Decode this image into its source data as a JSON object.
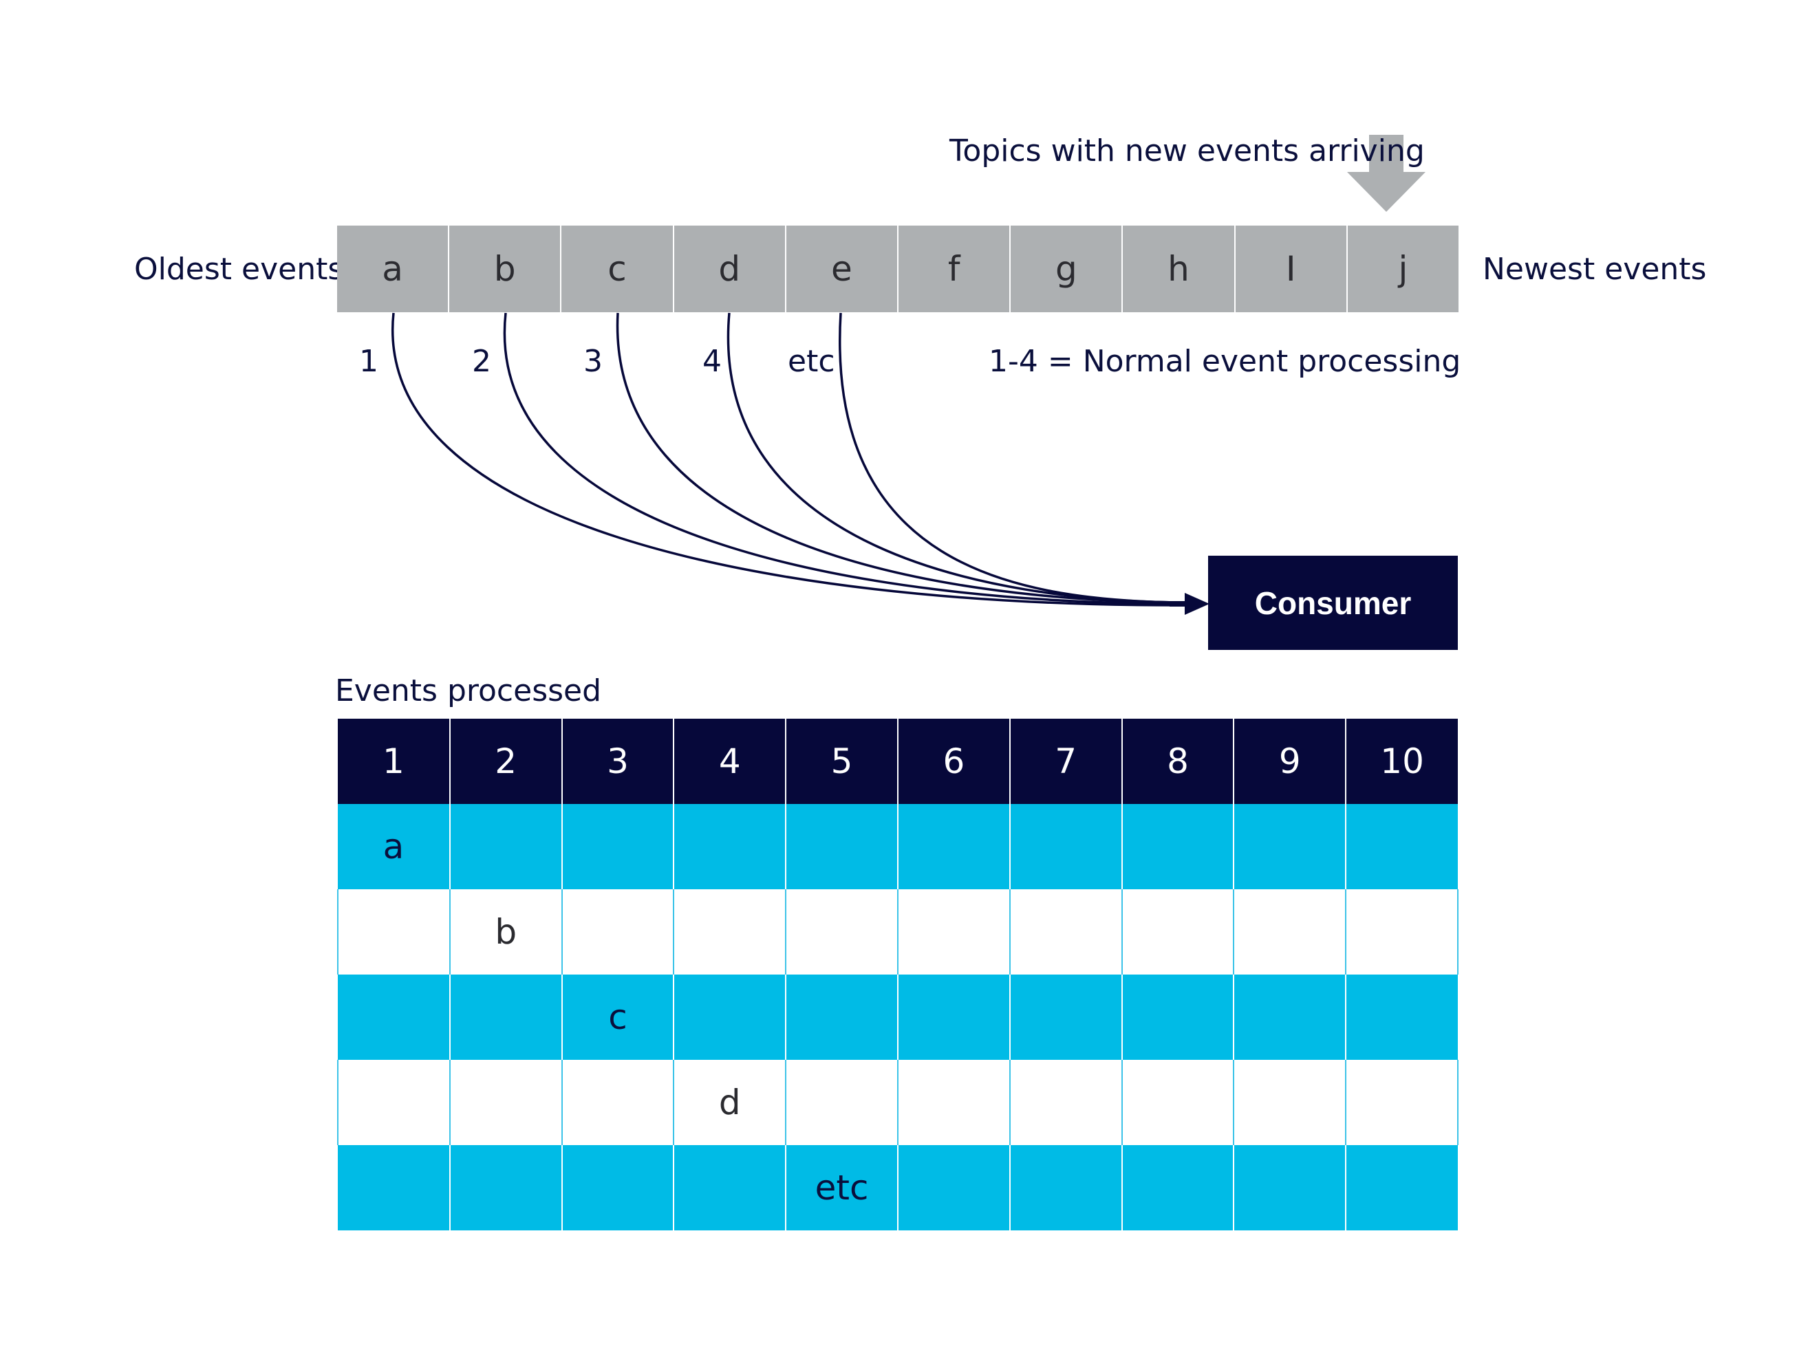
{
  "header": {
    "arriving_label": "Topics with new events arriving"
  },
  "topic": {
    "oldest_label": "Oldest events",
    "newest_label": "Newest events",
    "cells": [
      "a",
      "b",
      "c",
      "d",
      "e",
      "f",
      "g",
      "h",
      "I",
      "j"
    ]
  },
  "steps": {
    "labels": [
      "1",
      "2",
      "3",
      "4",
      "etc"
    ],
    "legend": "1-4 = Normal event processing"
  },
  "consumer": {
    "label": "Consumer"
  },
  "processed": {
    "caption": "Events processed",
    "columns": [
      "1",
      "2",
      "3",
      "4",
      "5",
      "6",
      "7",
      "8",
      "9",
      "10"
    ],
    "rows": [
      [
        "a",
        "",
        "",
        "",
        "",
        "",
        "",
        "",
        "",
        ""
      ],
      [
        "",
        "b",
        "",
        "",
        "",
        "",
        "",
        "",
        "",
        ""
      ],
      [
        "",
        "",
        "c",
        "",
        "",
        "",
        "",
        "",
        "",
        ""
      ],
      [
        "",
        "",
        "",
        "d",
        "",
        "",
        "",
        "",
        "",
        ""
      ],
      [
        "",
        "",
        "",
        "",
        "etc",
        "",
        "",
        "",
        "",
        ""
      ]
    ]
  },
  "colors": {
    "navy": "#06083a",
    "cyan": "#00bbe6",
    "grey": "#adb0b2"
  }
}
